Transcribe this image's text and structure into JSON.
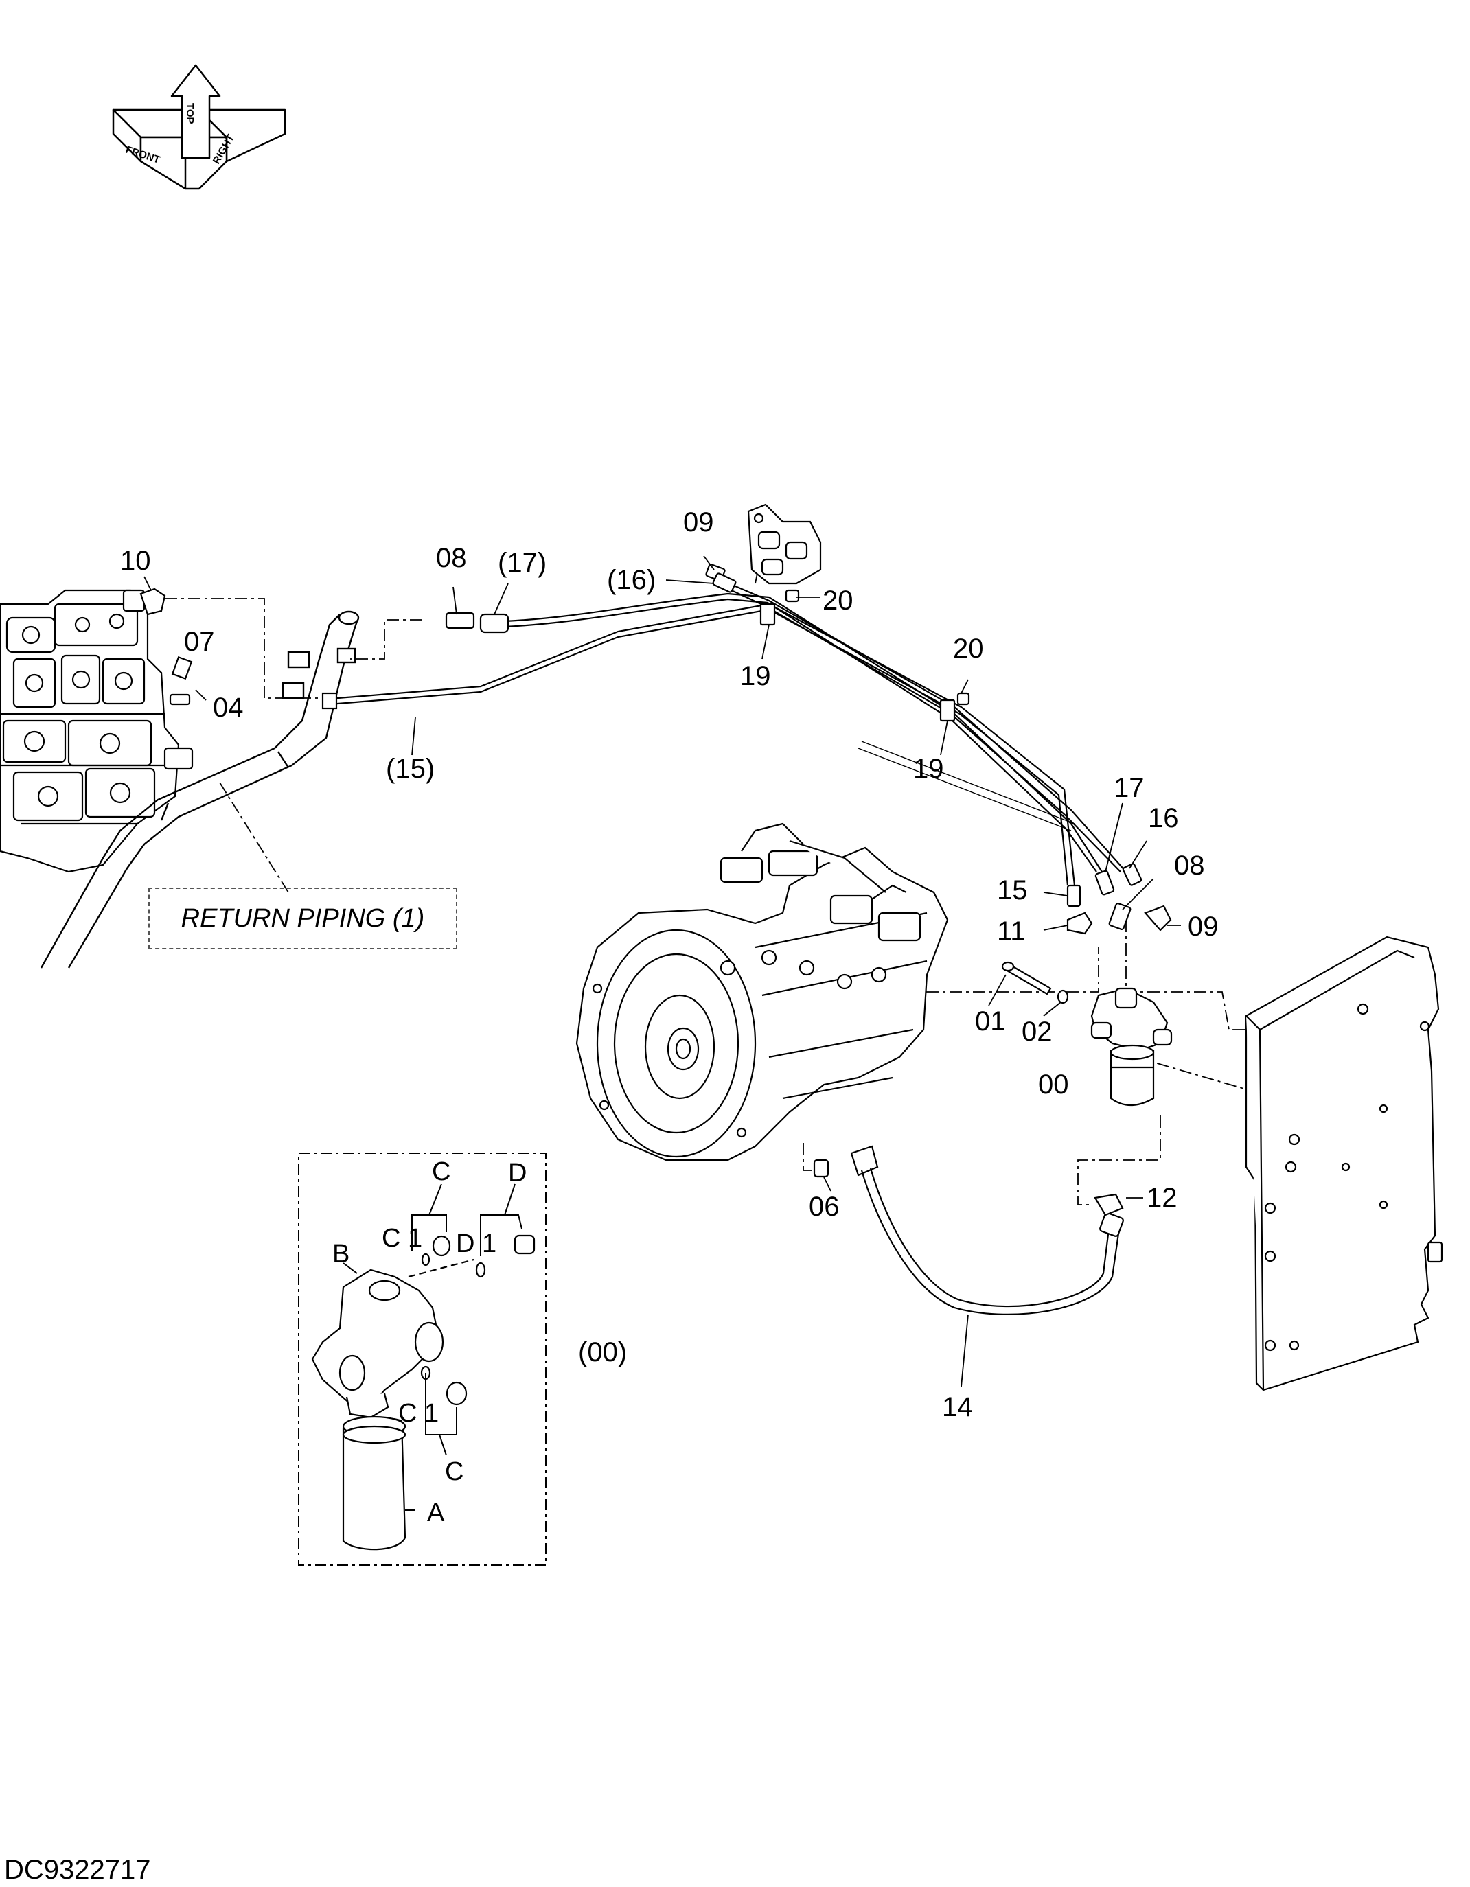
{
  "orientation_indicator": {
    "labels": [
      "FRONT",
      "TOP",
      "RIGHT"
    ]
  },
  "reference_note": "RETURN PIPING (1)",
  "drawing_code": "DC9322717",
  "callouts": {
    "p10": "10",
    "p07": "07",
    "p04": "04",
    "p08_top": "08",
    "p17_paren": "(17)",
    "p09_top": "09",
    "p16_paren": "(16)",
    "p20_top": "20",
    "p19_top": "19",
    "p15_paren": "(15)",
    "p20_mid": "20",
    "p19_mid": "19",
    "p17": "17",
    "p16": "16",
    "p08_right": "08",
    "p15": "15",
    "p11": "11",
    "p09_right": "09",
    "p01": "01",
    "p02": "02",
    "p00": "00",
    "p06": "06",
    "p12": "12",
    "p14": "14"
  },
  "detail_callouts": {
    "c_top": "C",
    "c1_top": "C 1",
    "d_top": "D",
    "d1_top": "D 1",
    "b": "B",
    "assembly": "(00)",
    "c1_bottom": "C 1",
    "c_bottom": "C",
    "a": "A"
  }
}
